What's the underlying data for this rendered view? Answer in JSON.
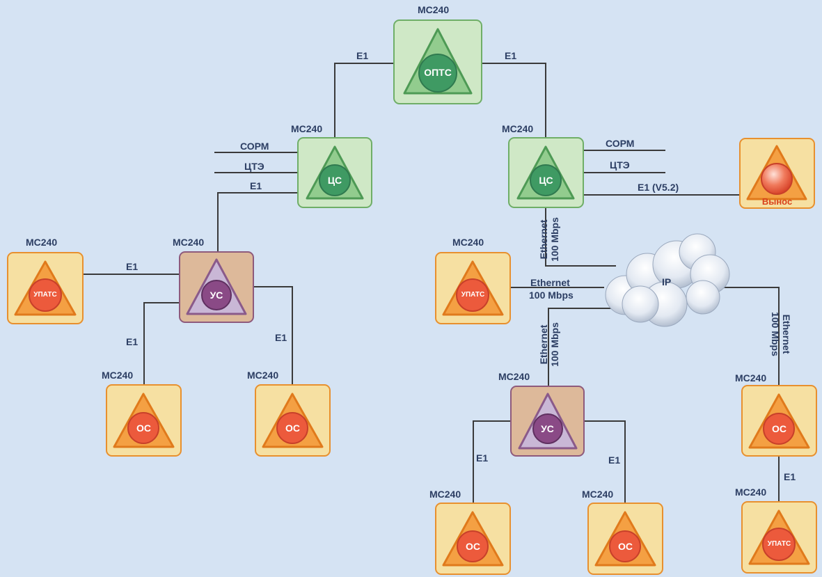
{
  "colors": {
    "background": "#d5e3f3",
    "line": "#3a3a3a",
    "green_box": "#cfe8c6",
    "green_circle": "#3f9a63",
    "tan_box": "#ddb99a",
    "purple_circle": "#8a4a86",
    "orange_box": "#f6e0a2",
    "orange_circle": "#ec5a3c",
    "text": "#2c3e63"
  },
  "nodes": {
    "opts": {
      "model": "МС240",
      "glyph": "ОПТС"
    },
    "cs_left": {
      "model": "МС240",
      "glyph": "ЦС",
      "lines": [
        "СОРМ",
        "ЦТЭ",
        "E1"
      ]
    },
    "cs_right": {
      "model": "МС240",
      "glyph": "ЦС",
      "lines": [
        "СОРМ",
        "ЦТЭ",
        "E1 (V5.2)"
      ]
    },
    "vynos": {
      "label": "Вынос"
    },
    "us_left": {
      "model": "МС240",
      "glyph": "УС"
    },
    "upats_left": {
      "model": "МС240",
      "glyph": "УПАТС"
    },
    "os_left_1": {
      "model": "МС240",
      "glyph": "ОС"
    },
    "os_left_2": {
      "model": "МС240",
      "glyph": "ОС"
    },
    "upats_right": {
      "model": "МС240",
      "glyph": "УПАТС"
    },
    "us_right": {
      "model": "МС240",
      "glyph": "УС"
    },
    "os_right_1": {
      "model": "МС240",
      "glyph": "ОС"
    },
    "os_right_2": {
      "model": "МС240",
      "glyph": "ОС"
    },
    "os_far": {
      "model": "МС240",
      "glyph": "ОС"
    },
    "upats_far": {
      "model": "МС240",
      "glyph": "УПАТС"
    }
  },
  "links": {
    "e1": "E1",
    "ethernet": "Ethernet",
    "speed": "100 Mbps"
  },
  "cloud": {
    "label": "IP"
  }
}
